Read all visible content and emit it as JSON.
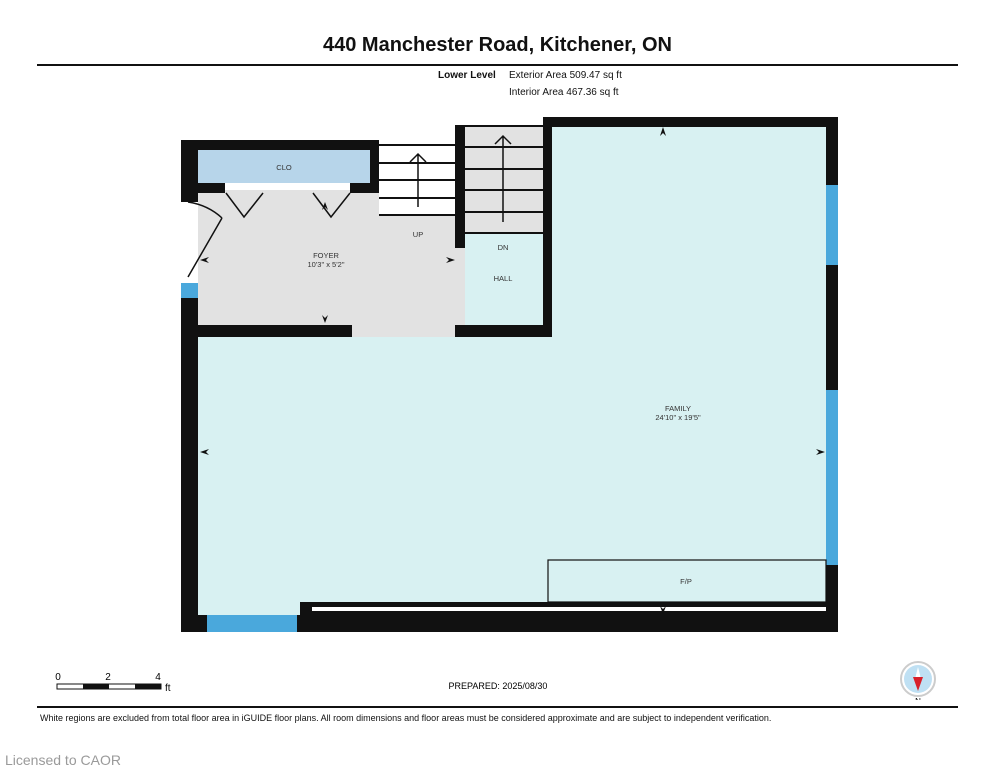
{
  "title": "440 Manchester Road, Kitchener, ON",
  "level": {
    "name": "Lower Level",
    "exterior_area": "Exterior Area 509.47 sq ft",
    "interior_area": "Interior Area 467.36 sq ft"
  },
  "rooms": {
    "closet": "CLO",
    "stairs_up": "UP",
    "stairs_down": "DN",
    "hall": "HALL",
    "foyer": "FOYER",
    "foyer_dims": "10'3\" x 5'2\"",
    "family": "FAMILY",
    "family_dims": "24'10\" x 19'5\"",
    "fireplace": "F/P"
  },
  "scale": {
    "ticks": [
      "0",
      "2",
      "4"
    ],
    "unit": "ft"
  },
  "prepared": "PREPARED: 2025/08/30",
  "compass_label": "N",
  "disclaimer": "White regions are excluded from total floor area in iGUIDE floor plans. All room dimensions and floor areas must be considered approximate and are subject to independent verification.",
  "license": "Licensed to CAOR",
  "colors": {
    "wall": "#111111",
    "family": "#d8f1f2",
    "foyer": "#e2e2e2",
    "closet": "#b7d5ea",
    "window": "#4aa8dc"
  }
}
